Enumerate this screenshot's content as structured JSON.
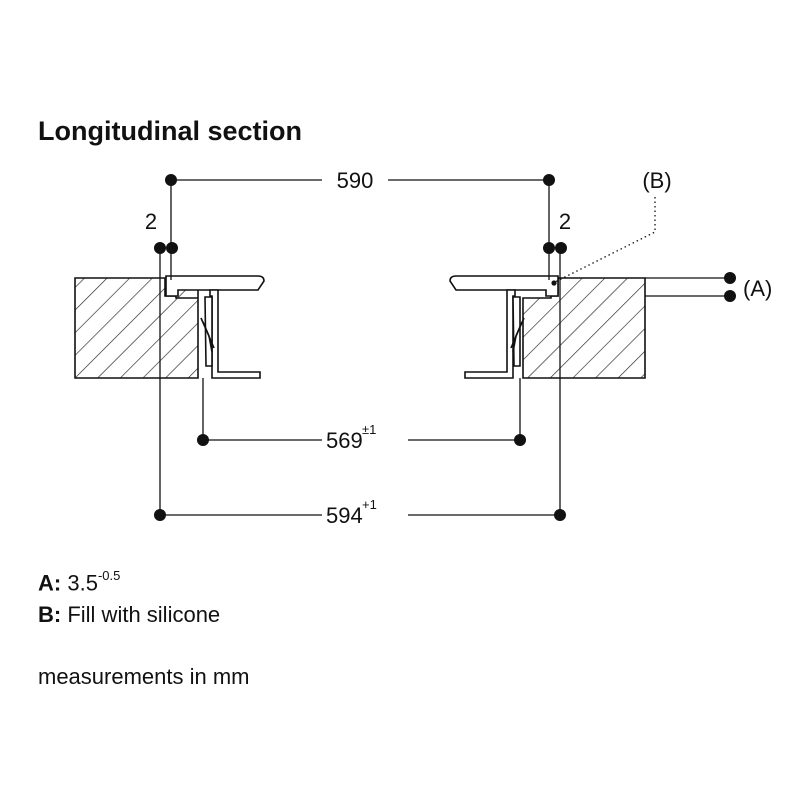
{
  "title": "Longitudinal section",
  "dimensions": {
    "top_width": "590",
    "left_gap": "2",
    "right_gap": "2",
    "cutout_width": "569",
    "cutout_tolerance": "±1",
    "overall_width": "594",
    "overall_tolerance": "+1"
  },
  "callouts": {
    "b_label": "(B)",
    "a_label": "(A)"
  },
  "legend": {
    "a_key": "A",
    "a_value": "3.5",
    "a_tolerance": "-0.5",
    "b_key": "B",
    "b_value": "Fill with silicone",
    "units_note": "measurements in mm"
  },
  "colors": {
    "ink": "#111111",
    "hatch": "#222222",
    "background": "#ffffff"
  }
}
